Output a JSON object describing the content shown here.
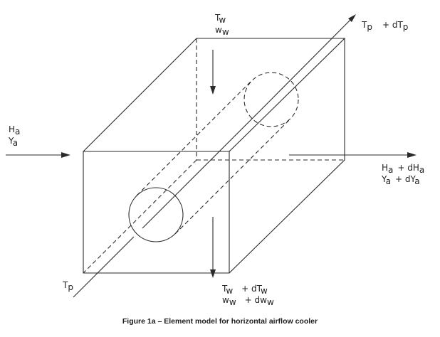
{
  "labels": {
    "tw_in": "T",
    "tw_in_sub": "w",
    "ww_in": "w",
    "ww_in_sub": "w",
    "tp_out": "T",
    "tp_out_sub": "p",
    "tp_out_delta": "+ dT",
    "tp_out_delta_sub": "p",
    "ha_in": "H",
    "ha_in_sub": "a",
    "ya_in": "Y",
    "ya_in_sub": "a",
    "ha_out": "H",
    "ha_out_sub": "a",
    "ha_out_delta": "+ dH",
    "ha_out_delta_sub": "a",
    "ya_out": "Y",
    "ya_out_sub": "a",
    "ya_out_delta": "+ dY",
    "ya_out_delta_sub": "a",
    "tp_in": "T",
    "tp_in_sub": "p",
    "tw_out": "T",
    "tw_out_sub": "w",
    "tw_out_delta": "+ dT",
    "tw_out_delta_sub": "w",
    "ww_out": "w",
    "ww_out_sub": "w",
    "ww_out_delta": "+ dw",
    "ww_out_delta_sub": "w"
  },
  "caption": "Figure 1a – Element model for horizontal airflow cooler"
}
